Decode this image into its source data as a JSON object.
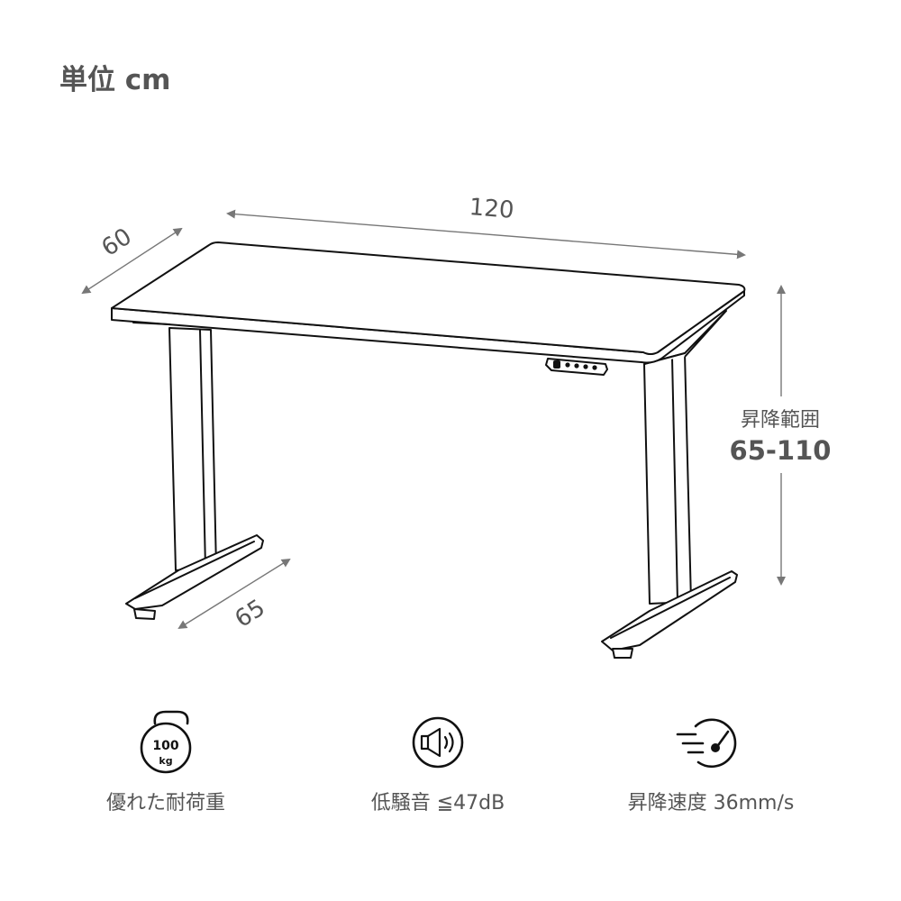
{
  "unit_label": "単位 cm",
  "dimensions": {
    "width": "120",
    "depth": "60",
    "foot_depth": "65"
  },
  "height_range": {
    "title": "昇降範囲",
    "value": "65-110"
  },
  "icons": {
    "load_icon_top": "100",
    "load_icon_bottom": "kg"
  },
  "features": [
    {
      "icon": "weight-icon",
      "label": "優れた耐荷重"
    },
    {
      "icon": "speaker-icon",
      "label": "低騒音 ≦47dB"
    },
    {
      "icon": "speedometer-icon",
      "label": "昇降速度 36mm/s"
    }
  ],
  "colors": {
    "text": "#555555",
    "line": "#111111",
    "arrow": "#777777"
  }
}
